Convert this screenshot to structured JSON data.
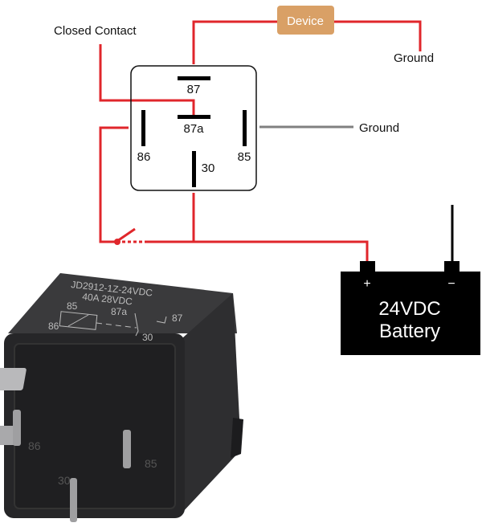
{
  "labels": {
    "device": "Device",
    "closed_contact": "Closed Contact",
    "ground_top": "Ground",
    "ground_right": "Ground"
  },
  "pins": {
    "p87": "87",
    "p87a": "87a",
    "p86": "86",
    "p85": "85",
    "p30": "30"
  },
  "battery": {
    "plus": "+",
    "minus": "−",
    "line1": "24VDC",
    "line2": "Battery"
  },
  "relay_photo": {
    "model": "JD2912-1Z-24VDC",
    "rating": "40A  28VDC",
    "pin85": "85",
    "pin86": "86",
    "pin87a": "87a",
    "pin87": "87",
    "pin30": "30",
    "mold86": "86",
    "mold85": "85",
    "mold30": "30"
  },
  "colors": {
    "wire": "#e0262b",
    "ground_wire": "#808080",
    "device_fill": "#d9a066",
    "battery": "#000000",
    "relay_body": "#2b2b2d"
  }
}
